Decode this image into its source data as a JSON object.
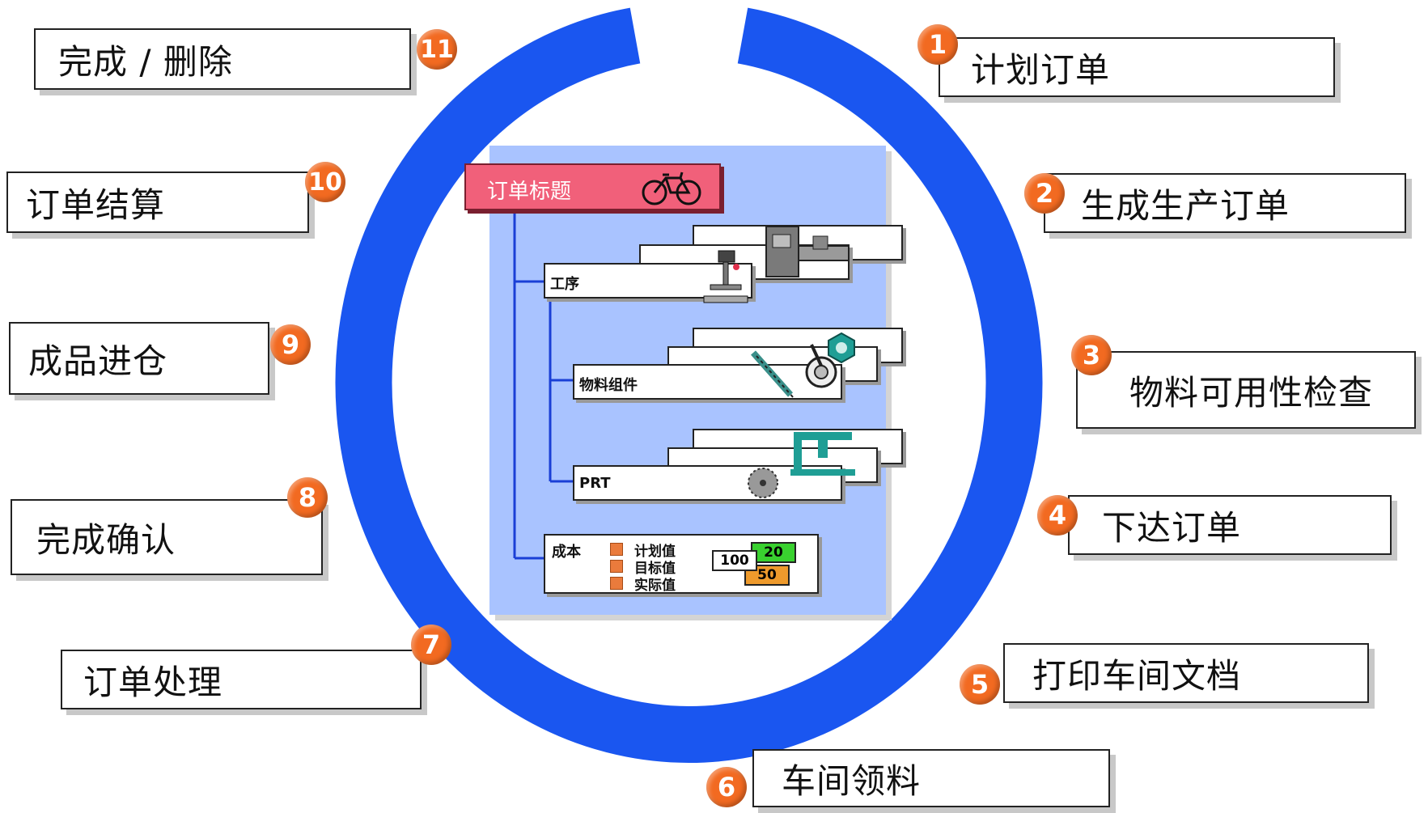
{
  "center_panel": {
    "header": "订单标题",
    "operations_label": "工序",
    "components_label": "物料组件",
    "prt_label": "PRT",
    "costs_label": "成本",
    "cost_items": [
      "计划值",
      "目标值",
      "实际值"
    ],
    "cost_values": {
      "plan": "100",
      "target": "20",
      "actual": "50"
    }
  },
  "steps": [
    {
      "number": "1",
      "label": "计划订单"
    },
    {
      "number": "2",
      "label": "生成生产订单"
    },
    {
      "number": "3",
      "label": "物料可用性检查"
    },
    {
      "number": "4",
      "label": "下达订单"
    },
    {
      "number": "5",
      "label": "打印车间文档"
    },
    {
      "number": "6",
      "label": "车间领料"
    },
    {
      "number": "7",
      "label": "订单处理"
    },
    {
      "number": "8",
      "label": "完成确认"
    },
    {
      "number": "9",
      "label": "成品进仓"
    },
    {
      "number": "10",
      "label": "订单结算"
    },
    {
      "number": "11",
      "label": "完成 / 删除"
    }
  ],
  "colors": {
    "ring": "#1a56f0",
    "badge": "#f26a21",
    "panel": "#a9c3ff",
    "header": "#f1607a",
    "target_green": "#39d12f",
    "actual_orange": "#ee9a2c"
  },
  "icons": [
    "bicycle-icon",
    "lathe-icon",
    "drill-press-icon",
    "nut-icon",
    "screw-icon",
    "valve-icon",
    "clamp-icon",
    "saw-blade-icon"
  ]
}
